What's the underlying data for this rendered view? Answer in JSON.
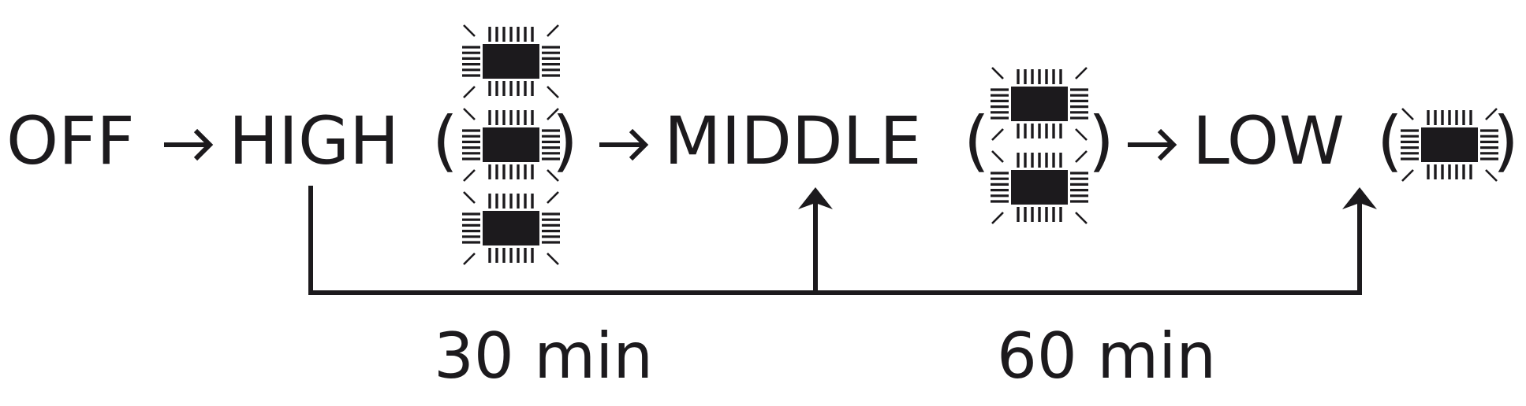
{
  "sequence": [
    {
      "label": "OFF",
      "heater_icons": 0
    },
    {
      "label": "HIGH",
      "heater_icons": 3
    },
    {
      "label": "MIDDLE",
      "heater_icons": 2
    },
    {
      "label": "LOW",
      "heater_icons": 1
    }
  ],
  "open_paren": "(",
  "close_paren": ")",
  "icon_name": "heating-element-icon",
  "intervals": [
    {
      "from": "HIGH",
      "to": "MIDDLE",
      "duration": "30 min"
    },
    {
      "from": "MIDDLE",
      "to": "LOW",
      "duration": "60 min"
    }
  ],
  "colors": {
    "ink": "#1c1a1d",
    "background": "#ffffff"
  }
}
